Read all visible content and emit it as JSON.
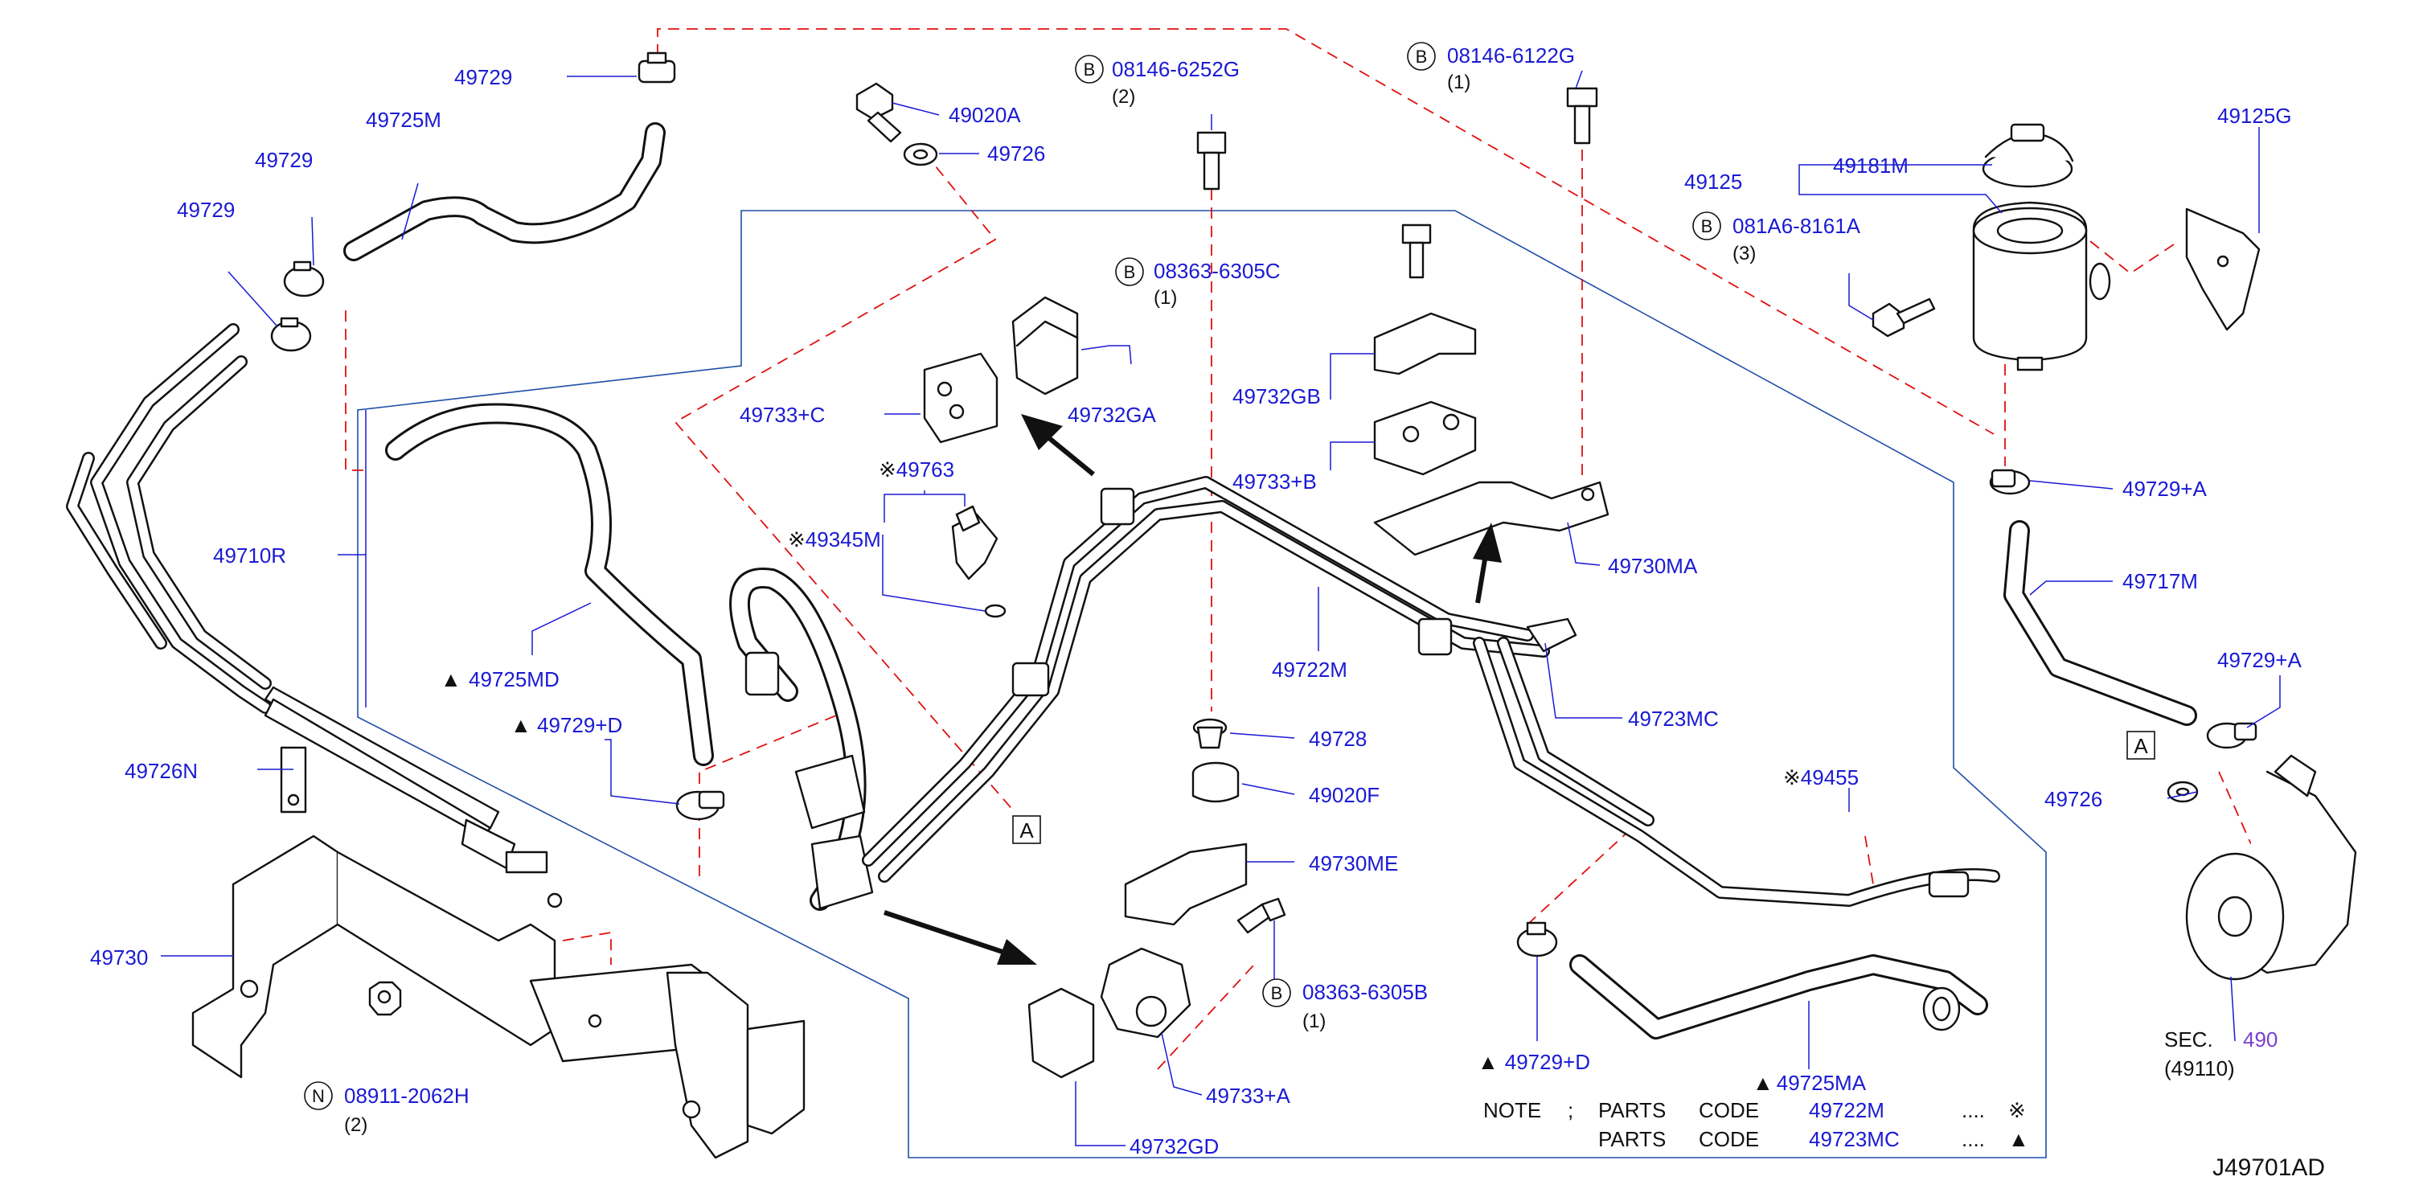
{
  "diagram_id": "J49701AD",
  "labels": {
    "p49729_a": "49729",
    "p49725M": "49725M",
    "p49729_b": "49729",
    "p49729_c": "49729",
    "p49710R": "49710R",
    "p49725MD": "49725MD",
    "p49729D_a": "49729+D",
    "p49726N": "49726N",
    "p49730": "49730",
    "p08911": "08911-2062H",
    "p08911_qty": "(2)",
    "p49020A": "49020A",
    "p49726_a": "49726",
    "p08146_6252": "08146-6252G",
    "p08146_6252_qty": "(2)",
    "p08363_6305C": "08363-6305C",
    "p08363_6305C_qty": "(1)",
    "p49733C": "49733+C",
    "p49732GA": "49732GA",
    "p49763": "49763",
    "p49345M": "49345M",
    "p49722M": "49722M",
    "p49728": "49728",
    "p49020F": "49020F",
    "p49730ME": "49730ME",
    "p08363_6305B": "08363-6305B",
    "p08363_6305B_qty": "(1)",
    "p49733A": "49733+A",
    "p49732GD": "49732GD",
    "p08146_6122": "08146-6122G",
    "p08146_6122_qty": "(1)",
    "p49732GB": "49732GB",
    "p49733B": "49733+B",
    "p49730MA": "49730MA",
    "p49723MC": "49723MC",
    "p49455": "49455",
    "p49729D_b": "49729+D",
    "p49725MA": "49725MA",
    "p49125": "49125",
    "p49181M": "49181M",
    "p49125G": "49125G",
    "p081A6": "081A6-8161A",
    "p081A6_qty": "(3)",
    "p49729A_a": "49729+A",
    "p49717M": "49717M",
    "p49729A_b": "49729+A",
    "p49726_b": "49726",
    "sec_prefix": "SEC.",
    "sec_num": "490",
    "sec_sub": "(49110)"
  },
  "markers": {
    "bolt": "B",
    "nut": "N",
    "ref_a": "A",
    "asterisk": "※",
    "triangle": "▲"
  },
  "note": {
    "title": "NOTE",
    "sep": ";",
    "row1": {
      "w1": "PARTS",
      "w2": "CODE",
      "part": "49722M",
      "dots": "....",
      "sym": "※"
    },
    "row2": {
      "w1": "PARTS",
      "w2": "CODE",
      "part": "49723MC",
      "dots": "....",
      "sym": "▲"
    }
  },
  "colors": {
    "part_number": "#1a1ad4",
    "reference_dash": "#e01010",
    "group_frame": "#1f4fa8",
    "section_link": "#7a3fd0",
    "line_art": "#111111"
  }
}
